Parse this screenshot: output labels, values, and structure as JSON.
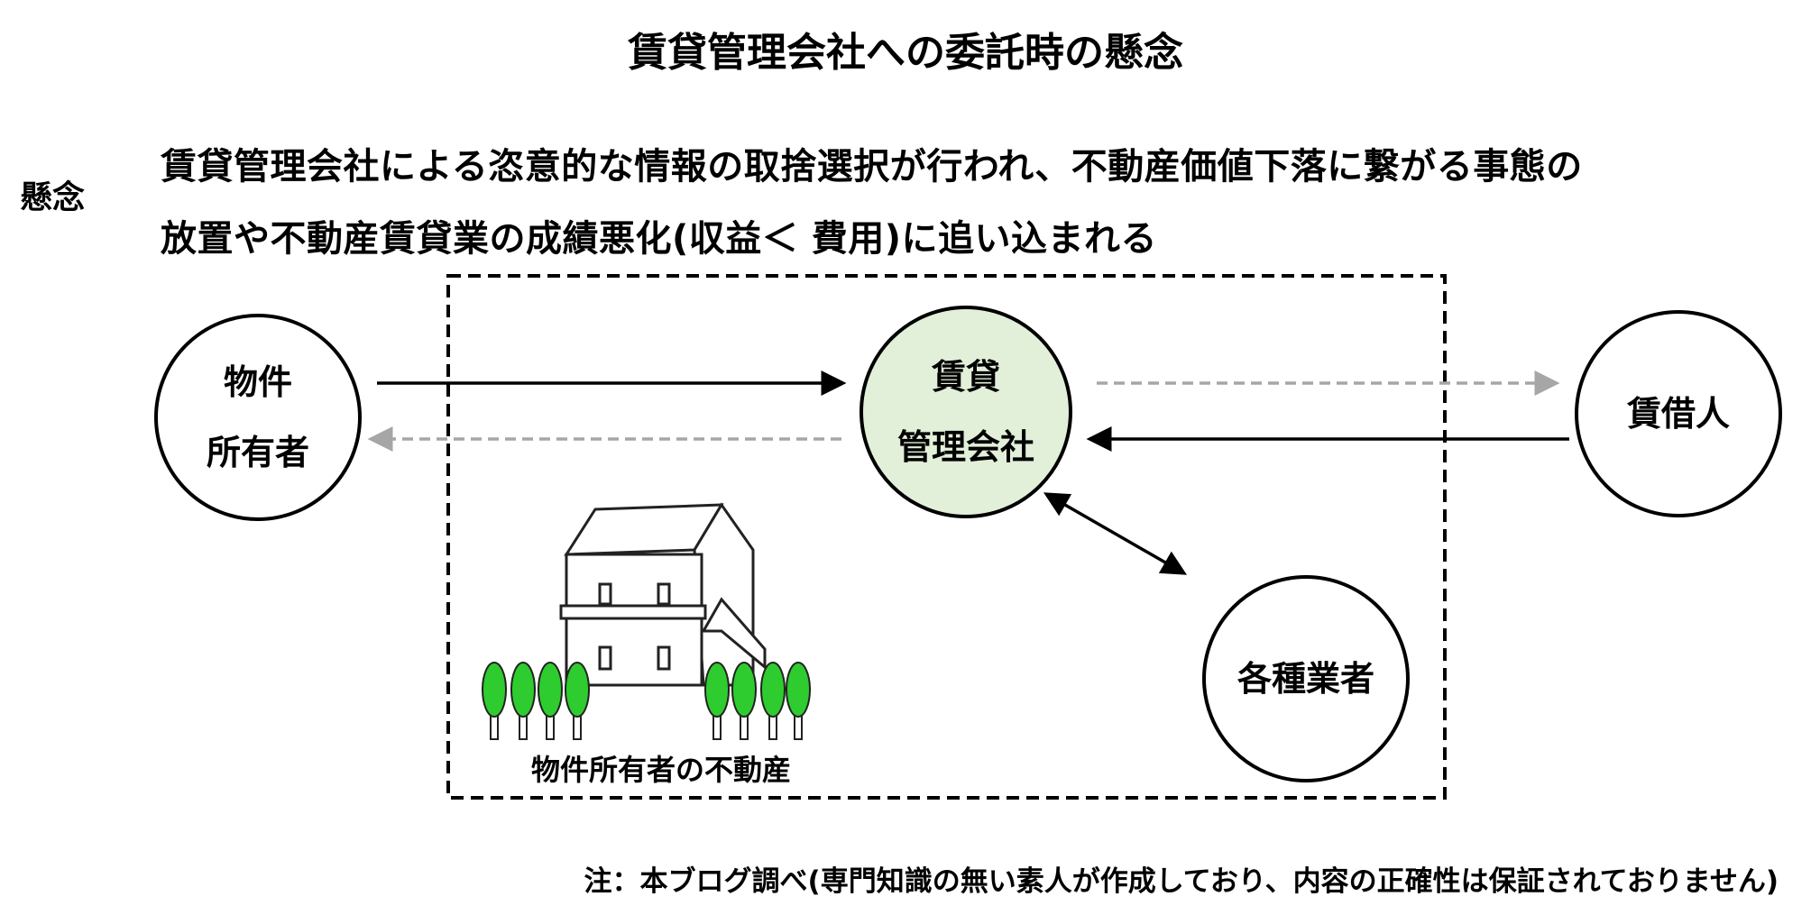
{
  "title": "賃貸管理会社への委託時の懸念",
  "concern": {
    "label": "懸念",
    "line1": "賃貸管理会社による恣意的な情報の取捨選択が行われ、不動産価値下落に繋がる事態の",
    "line2": "放置や不動産賃貸業の成績悪化(収益＜ 費用)に追い込まれる"
  },
  "nodes": {
    "owner": {
      "line1": "物件",
      "line2": "所有者"
    },
    "manager": {
      "line1": "賃貸",
      "line2": "管理会社"
    },
    "tenant": {
      "label": "賃借人"
    },
    "vendors": {
      "label": "各種業者"
    }
  },
  "property_caption": "物件所有者の不動産",
  "note": "注：本ブログ調べ(専門知識の無い素人が作成しており、内容の正確性は保証されておりません)",
  "colors": {
    "manager_fill": "#e2efd9",
    "tree": "#2ecc2e",
    "dashed_arrow": "#a6a6a6"
  }
}
